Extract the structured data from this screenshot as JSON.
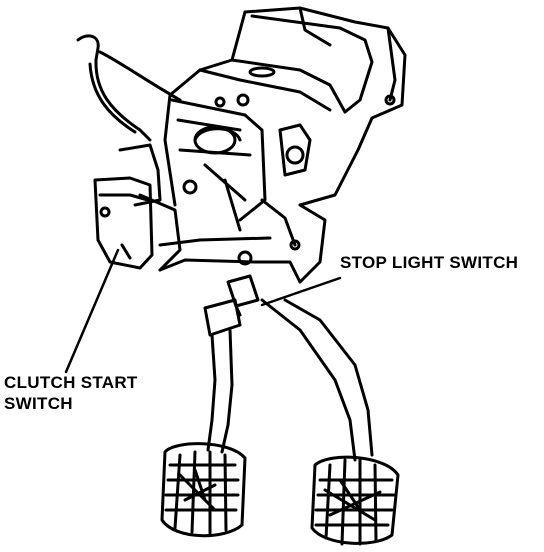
{
  "labels": {
    "stop_light_switch": "STOP LIGHT SWITCH",
    "clutch_start_switch_line1": "CLUTCH START",
    "clutch_start_switch_line2": "SWITCH"
  },
  "colors": {
    "ink": "#000000",
    "paper": "#ffffff"
  }
}
